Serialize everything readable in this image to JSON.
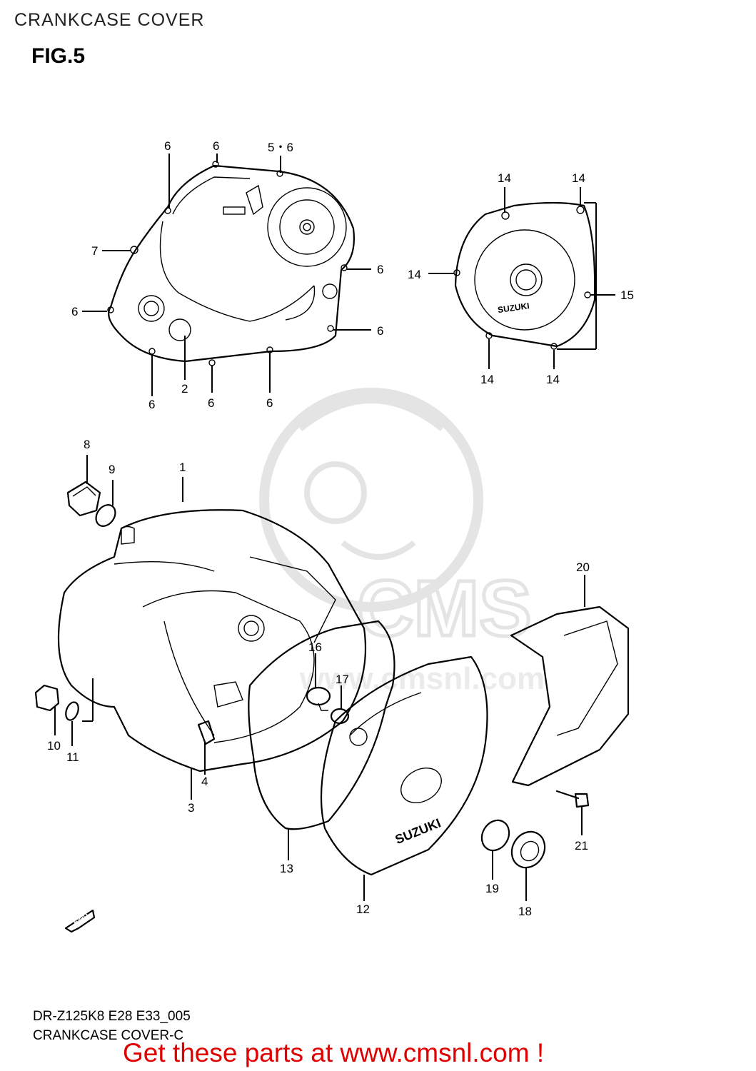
{
  "header": {
    "section_title": "CRANKCASE COVER",
    "figure_label": "FIG.5"
  },
  "callouts": [
    {
      "id": "c-6a",
      "text": "6"
    },
    {
      "id": "c-6b",
      "text": "6"
    },
    {
      "id": "c-56",
      "text": "5・6"
    },
    {
      "id": "c-7",
      "text": "7"
    },
    {
      "id": "c-6c",
      "text": "6"
    },
    {
      "id": "c-6d",
      "text": "6"
    },
    {
      "id": "c-6e",
      "text": "6"
    },
    {
      "id": "c-6f",
      "text": "6"
    },
    {
      "id": "c-2",
      "text": "2"
    },
    {
      "id": "c-6g",
      "text": "6"
    },
    {
      "id": "c-6h",
      "text": "6"
    },
    {
      "id": "c-14a",
      "text": "14"
    },
    {
      "id": "c-14b",
      "text": "14"
    },
    {
      "id": "c-14c",
      "text": "14"
    },
    {
      "id": "c-15",
      "text": "15"
    },
    {
      "id": "c-14d",
      "text": "14"
    },
    {
      "id": "c-14e",
      "text": "14"
    },
    {
      "id": "c-8",
      "text": "8"
    },
    {
      "id": "c-9",
      "text": "9"
    },
    {
      "id": "c-1",
      "text": "1"
    },
    {
      "id": "c-20",
      "text": "20"
    },
    {
      "id": "c-16",
      "text": "16"
    },
    {
      "id": "c-17",
      "text": "17"
    },
    {
      "id": "c-10",
      "text": "10"
    },
    {
      "id": "c-11",
      "text": "11"
    },
    {
      "id": "c-4",
      "text": "4"
    },
    {
      "id": "c-3",
      "text": "3"
    },
    {
      "id": "c-13",
      "text": "13"
    },
    {
      "id": "c-12",
      "text": "12"
    },
    {
      "id": "c-19",
      "text": "19"
    },
    {
      "id": "c-18",
      "text": "18"
    },
    {
      "id": "c-21",
      "text": "21"
    }
  ],
  "part_markings": {
    "brand_small": "SUZUKI",
    "brand_large": "SUZUKI",
    "direction": "FWD"
  },
  "watermark": {
    "text": "CMS",
    "url_text": "www.cmsnl.com"
  },
  "footer": {
    "model_code": "DR-Z125K8 E28 E33_005",
    "caption": "CRANKCASE COVER-C",
    "cta": "Get these parts at www.cmsnl.com !"
  }
}
